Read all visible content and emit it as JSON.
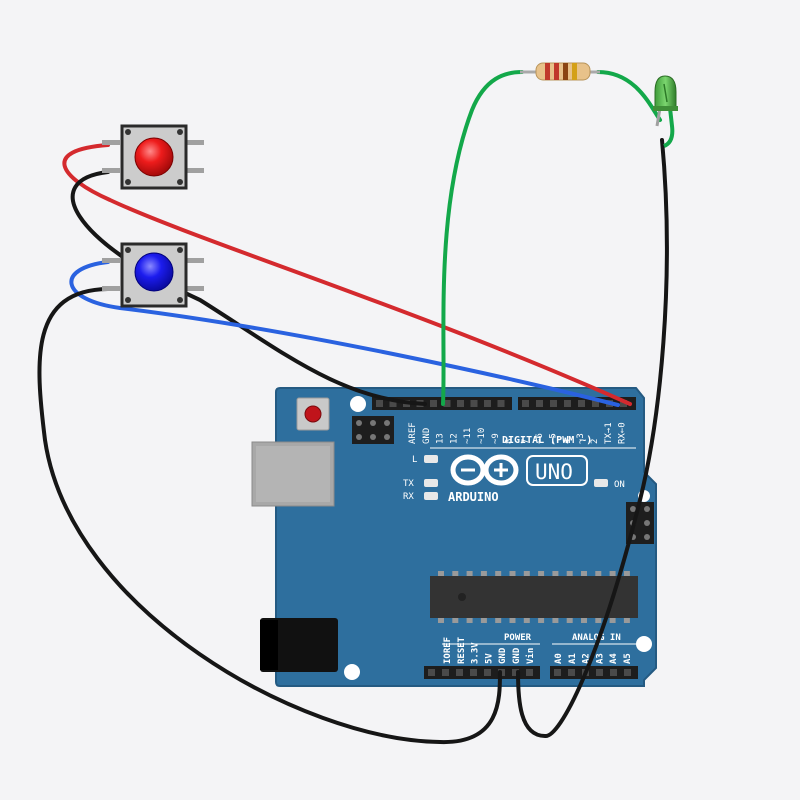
{
  "board": {
    "brand": "ARDUINO",
    "model": "UNO",
    "digital_label": "DIGITAL (PWM ~)",
    "power_label": "POWER",
    "analog_label": "ANALOG IN",
    "led_l": "L",
    "led_tx": "TX",
    "led_rx": "RX",
    "led_on": "ON",
    "digital_pins": [
      "AREF",
      "GND",
      "13",
      "12",
      "~11",
      "~10",
      "~9",
      "8",
      "7",
      "~6",
      "~5",
      "4",
      "~3",
      "2",
      "TX→1",
      "RX←0"
    ],
    "power_pins": [
      "IOREF",
      "RESET",
      "3.3V",
      "5V",
      "GND",
      "GND",
      "Vin"
    ],
    "analog_pins": [
      "A0",
      "A1",
      "A2",
      "A3",
      "A4",
      "A5"
    ]
  },
  "components": {
    "button_top_color": "#e8141b",
    "button_bottom_color": "#1515e0",
    "led_color": "#4caf50",
    "resistor_bands": [
      "#c0392b",
      "#c0392b",
      "#8b4513",
      "#d4a017"
    ]
  },
  "wires": {
    "red": "#d42a2e",
    "blue": "#2a62e0",
    "black": "#161616",
    "green": "#13a84a"
  }
}
